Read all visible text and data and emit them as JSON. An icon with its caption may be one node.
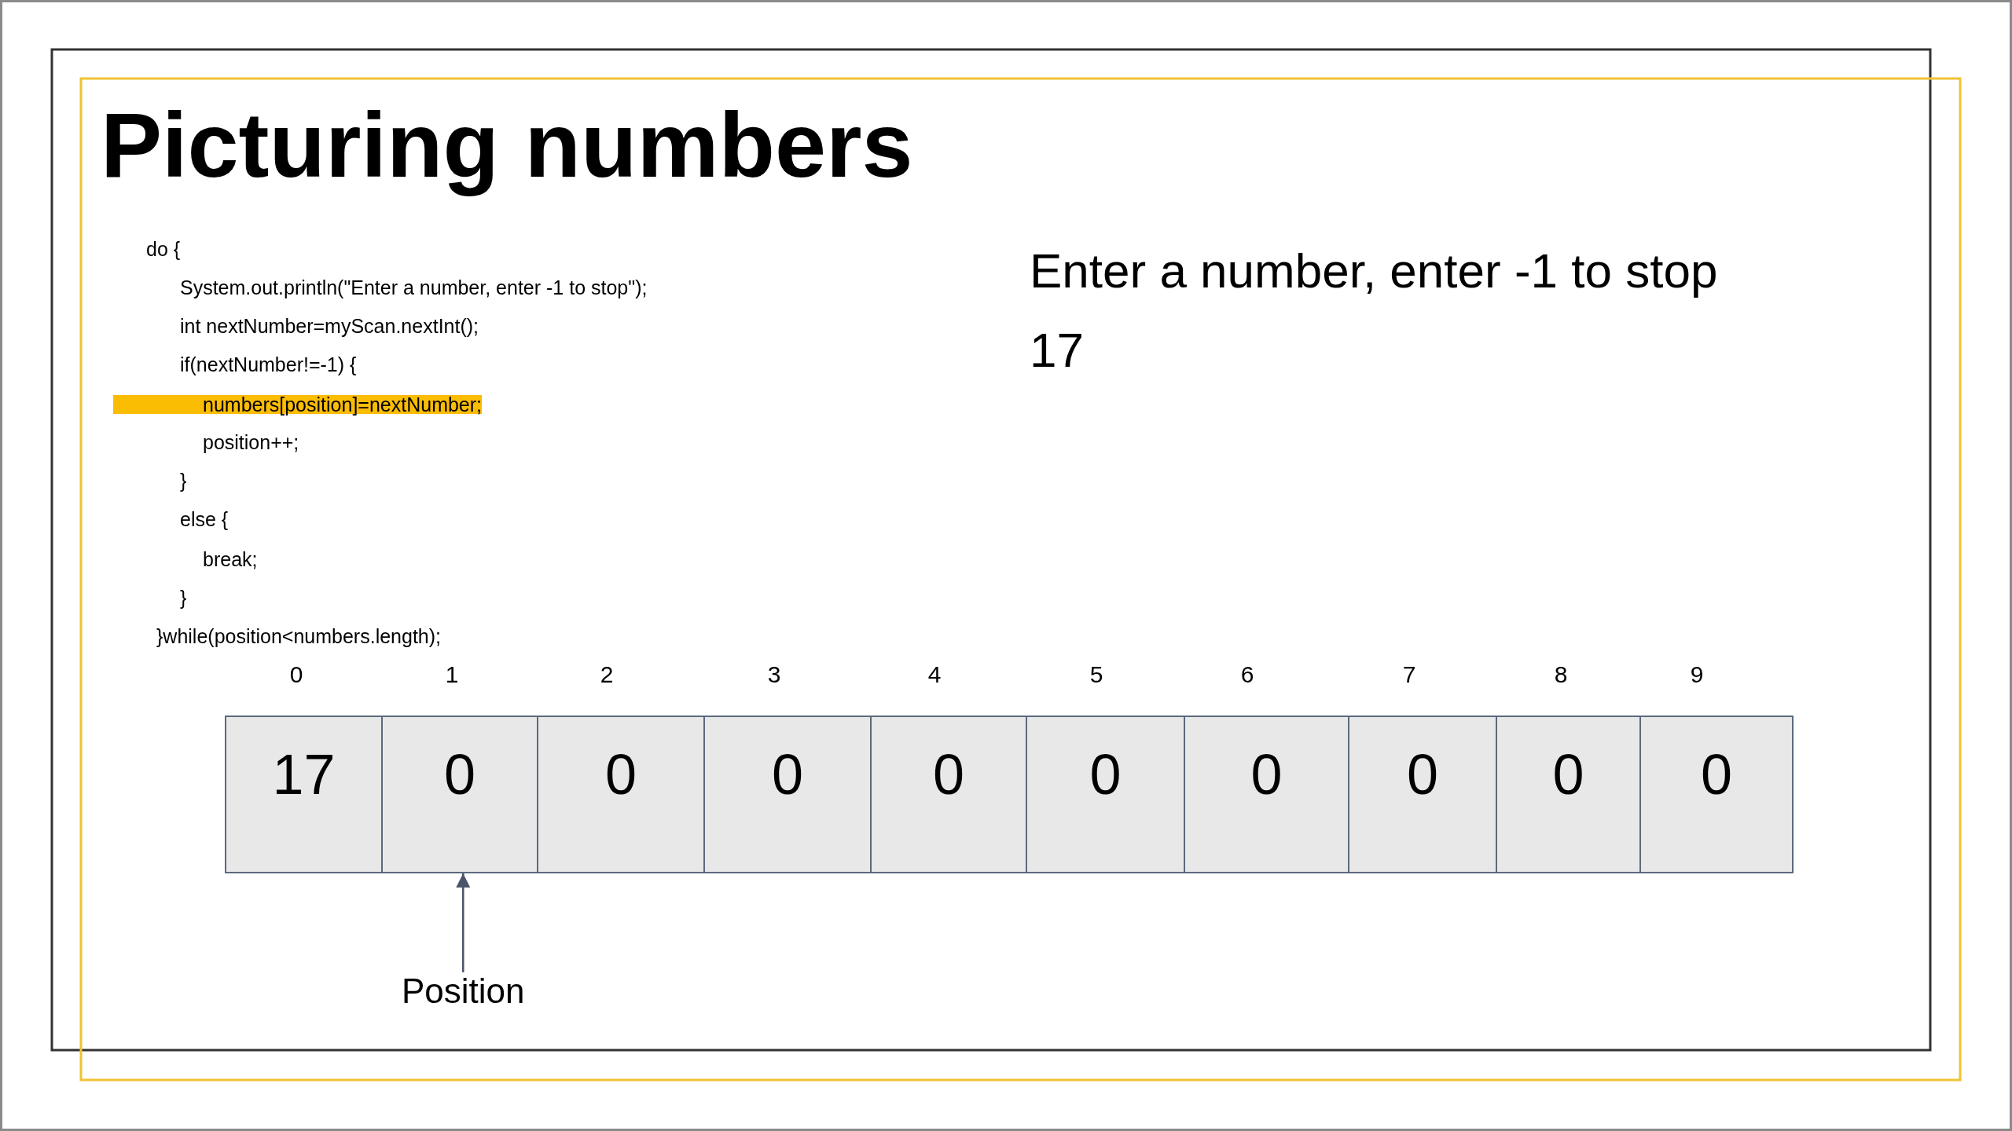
{
  "diagram": {
    "title": "Picturing numbers",
    "nodes": [
      {
        "text": [
          "17"
        ],
        "beside": [
          "0"
        ]
      },
      {
        "text": [
          "0"
        ],
        "beside": [
          "1"
        ]
      },
      {
        "text": [
          "0"
        ],
        "beside": [
          "2"
        ]
      },
      {
        "text": [
          "0"
        ],
        "beside": [
          "3"
        ]
      },
      {
        "text": [
          "0"
        ],
        "beside": [
          "4"
        ]
      },
      {
        "text": [
          "0"
        ],
        "beside": [
          "5"
        ]
      },
      {
        "text": [
          "0"
        ],
        "beside": [
          "6"
        ]
      },
      {
        "text": [
          "0"
        ],
        "beside": [
          "7"
        ]
      },
      {
        "text": [
          "0"
        ],
        "beside": [
          "8"
        ]
      },
      {
        "text": [
          "0"
        ],
        "beside": [
          "9"
        ]
      },
      {
        "text": [
          "Position"
        ]
      }
    ],
    "edges": [
      {
        "from": 10,
        "to": 1,
        "arrow": "to"
      }
    ],
    "labels": [
      "do {",
      "System.out.println(\"Enter a number, enter -1 to stop\");",
      "int nextNumber=myScan.nextInt();",
      "if(nextNumber!=-1) {",
      "numbers[position]=nextNumber;",
      "position++;",
      "}",
      "else {",
      "break;",
      "}",
      "}while(position<numbers.length);",
      "Enter a number, enter -1 to stop",
      "17"
    ]
  }
}
